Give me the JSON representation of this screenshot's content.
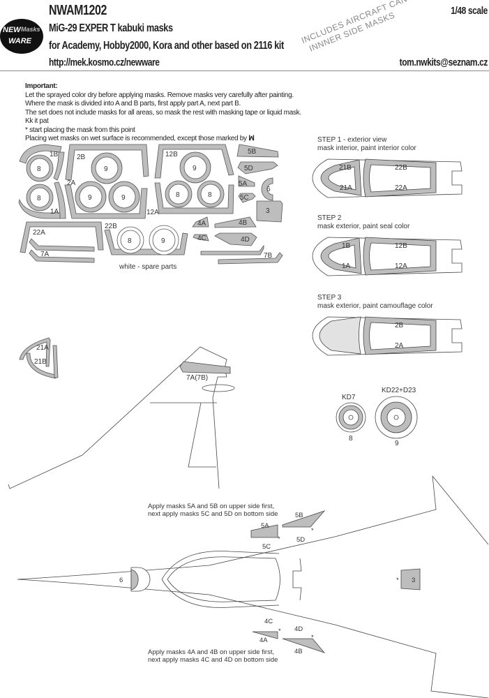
{
  "header": {
    "code": "NWAM1202",
    "title": "MiG-29 EXPER T kabuki masks",
    "kit": "for Academy, Hobby2000, Kora and other based on 2116 kit",
    "url": "http://mek.kosmo.cz/newware",
    "scale": "1/48 scale",
    "email": "tom.nwkits@seznam.cz",
    "stamp_line1": "INCLUDES AIRCRAFT CANOPY",
    "stamp_line2": "INNNER SIDE MASKS",
    "logo": {
      "line1": "NEW",
      "line2": "Masks",
      "line3": "WARE"
    }
  },
  "notes": {
    "heading": "Important:",
    "lines": [
      "Let the sprayed color dry before applying masks. Remove masks very carefully after painting.",
      "Where the mask is divided into A and B parts, first apply part A, next part B.",
      "The set does not include masks for all areas, so mask the rest with masking tape or liquid mask.",
      "Kk it pat",
      "* start placing the mask from this point",
      "Placing wet masks on wet surface is recommended, except those marked by"
    ]
  },
  "sheet": {
    "labels": [
      "1B",
      "1A",
      "2B",
      "2A",
      "12B",
      "12A",
      "22A",
      "22B",
      "7A",
      "7B",
      "5B",
      "5D",
      "5A",
      "5C",
      "6",
      "3",
      "4A",
      "4B",
      "4C",
      "4D"
    ],
    "circle_8": "8",
    "circle_9": "9",
    "spare_caption": "white - spare parts"
  },
  "steps": [
    {
      "title": "STEP 1 - exterior view",
      "desc": "mask interior, paint interior color",
      "labels": [
        "21B",
        "21A",
        "22B",
        "22A"
      ]
    },
    {
      "title": "STEP 2",
      "desc": "mask exterior, paint seal color",
      "labels": [
        "1B",
        "1A",
        "12B",
        "12A"
      ]
    },
    {
      "title": "STEP 3",
      "desc": "mask exterior, paint camouflage color",
      "labels": [
        "2B",
        "2A"
      ]
    }
  ],
  "detail": {
    "label_21A": "21A",
    "label_21B": "21B",
    "fin_label": "7A(7B)"
  },
  "wheels": [
    {
      "title": "KD7",
      "num": "8"
    },
    {
      "title": "KD22+D23",
      "num": "9"
    }
  ],
  "plan": {
    "note5_line1": "Apply masks 5A and 5B on upper side first,",
    "note5_line2": "next apply masks 5C and 5D on bottom side",
    "note4_line1": "Apply masks 4A and 4B on upper side first,",
    "note4_line2": "next apply masks 4C and 4D on bottom side",
    "l5A": "5A",
    "l5B": "5B",
    "l5C": "5C",
    "l5D": "5D",
    "l4A": "4A",
    "l4B": "4B",
    "l4C": "4C",
    "l4D": "4D",
    "l6": "6",
    "l3": "3",
    "star": "*"
  },
  "colors": {
    "mask_gray": "#bdbdbd",
    "light_gray": "#e2e2e2",
    "line": "#444444"
  }
}
